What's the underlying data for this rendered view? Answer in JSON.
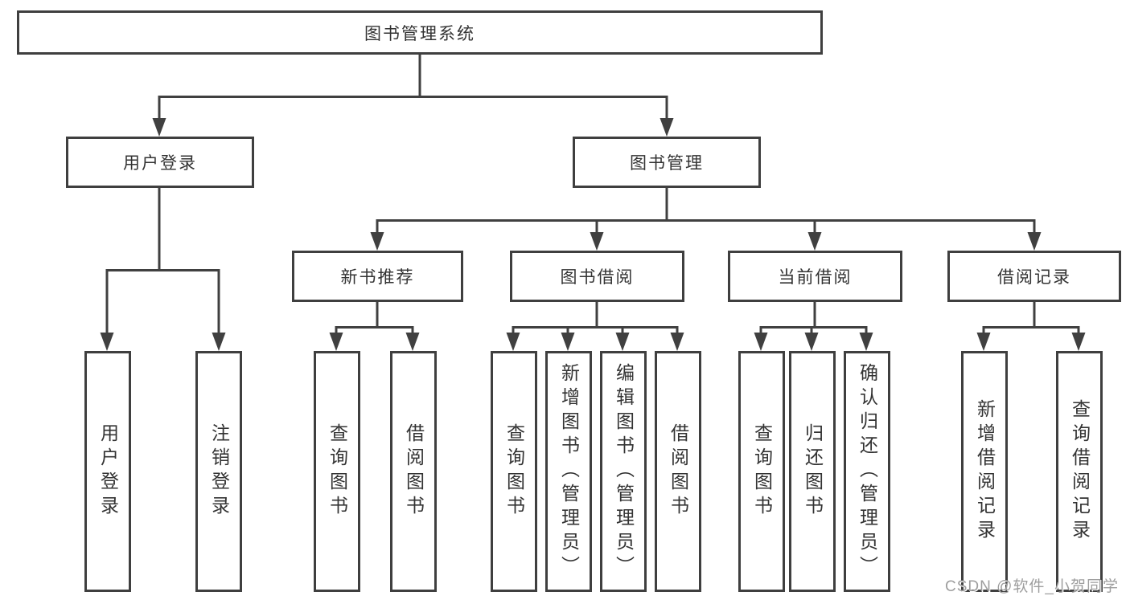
{
  "diagram": {
    "title": "图书管理系统",
    "level2": [
      "用户登录",
      "图书管理"
    ],
    "level3": [
      "新书推荐",
      "图书借阅",
      "当前借阅",
      "借阅记录"
    ],
    "leaves": {
      "user_login": [
        "用户登录",
        "注销登录"
      ],
      "new_books": [
        "查询图书",
        "借阅图书"
      ],
      "book_borrow": [
        "查询图书",
        "新增图书（管理员）",
        "编辑图书（管理员）",
        "借阅图书"
      ],
      "current_borrow": [
        "查询图书",
        "归还图书",
        "确认归还（管理员）"
      ],
      "borrow_records": [
        "新增借阅记录",
        "查询借阅记录"
      ]
    },
    "colors": {
      "line": "#404040",
      "box_border": "#3f3f3f",
      "text": "#333333",
      "background": "#ffffff",
      "watermark": "#9e9e9e"
    }
  },
  "watermark": {
    "text": "CSDN @软件_小贺同学"
  }
}
